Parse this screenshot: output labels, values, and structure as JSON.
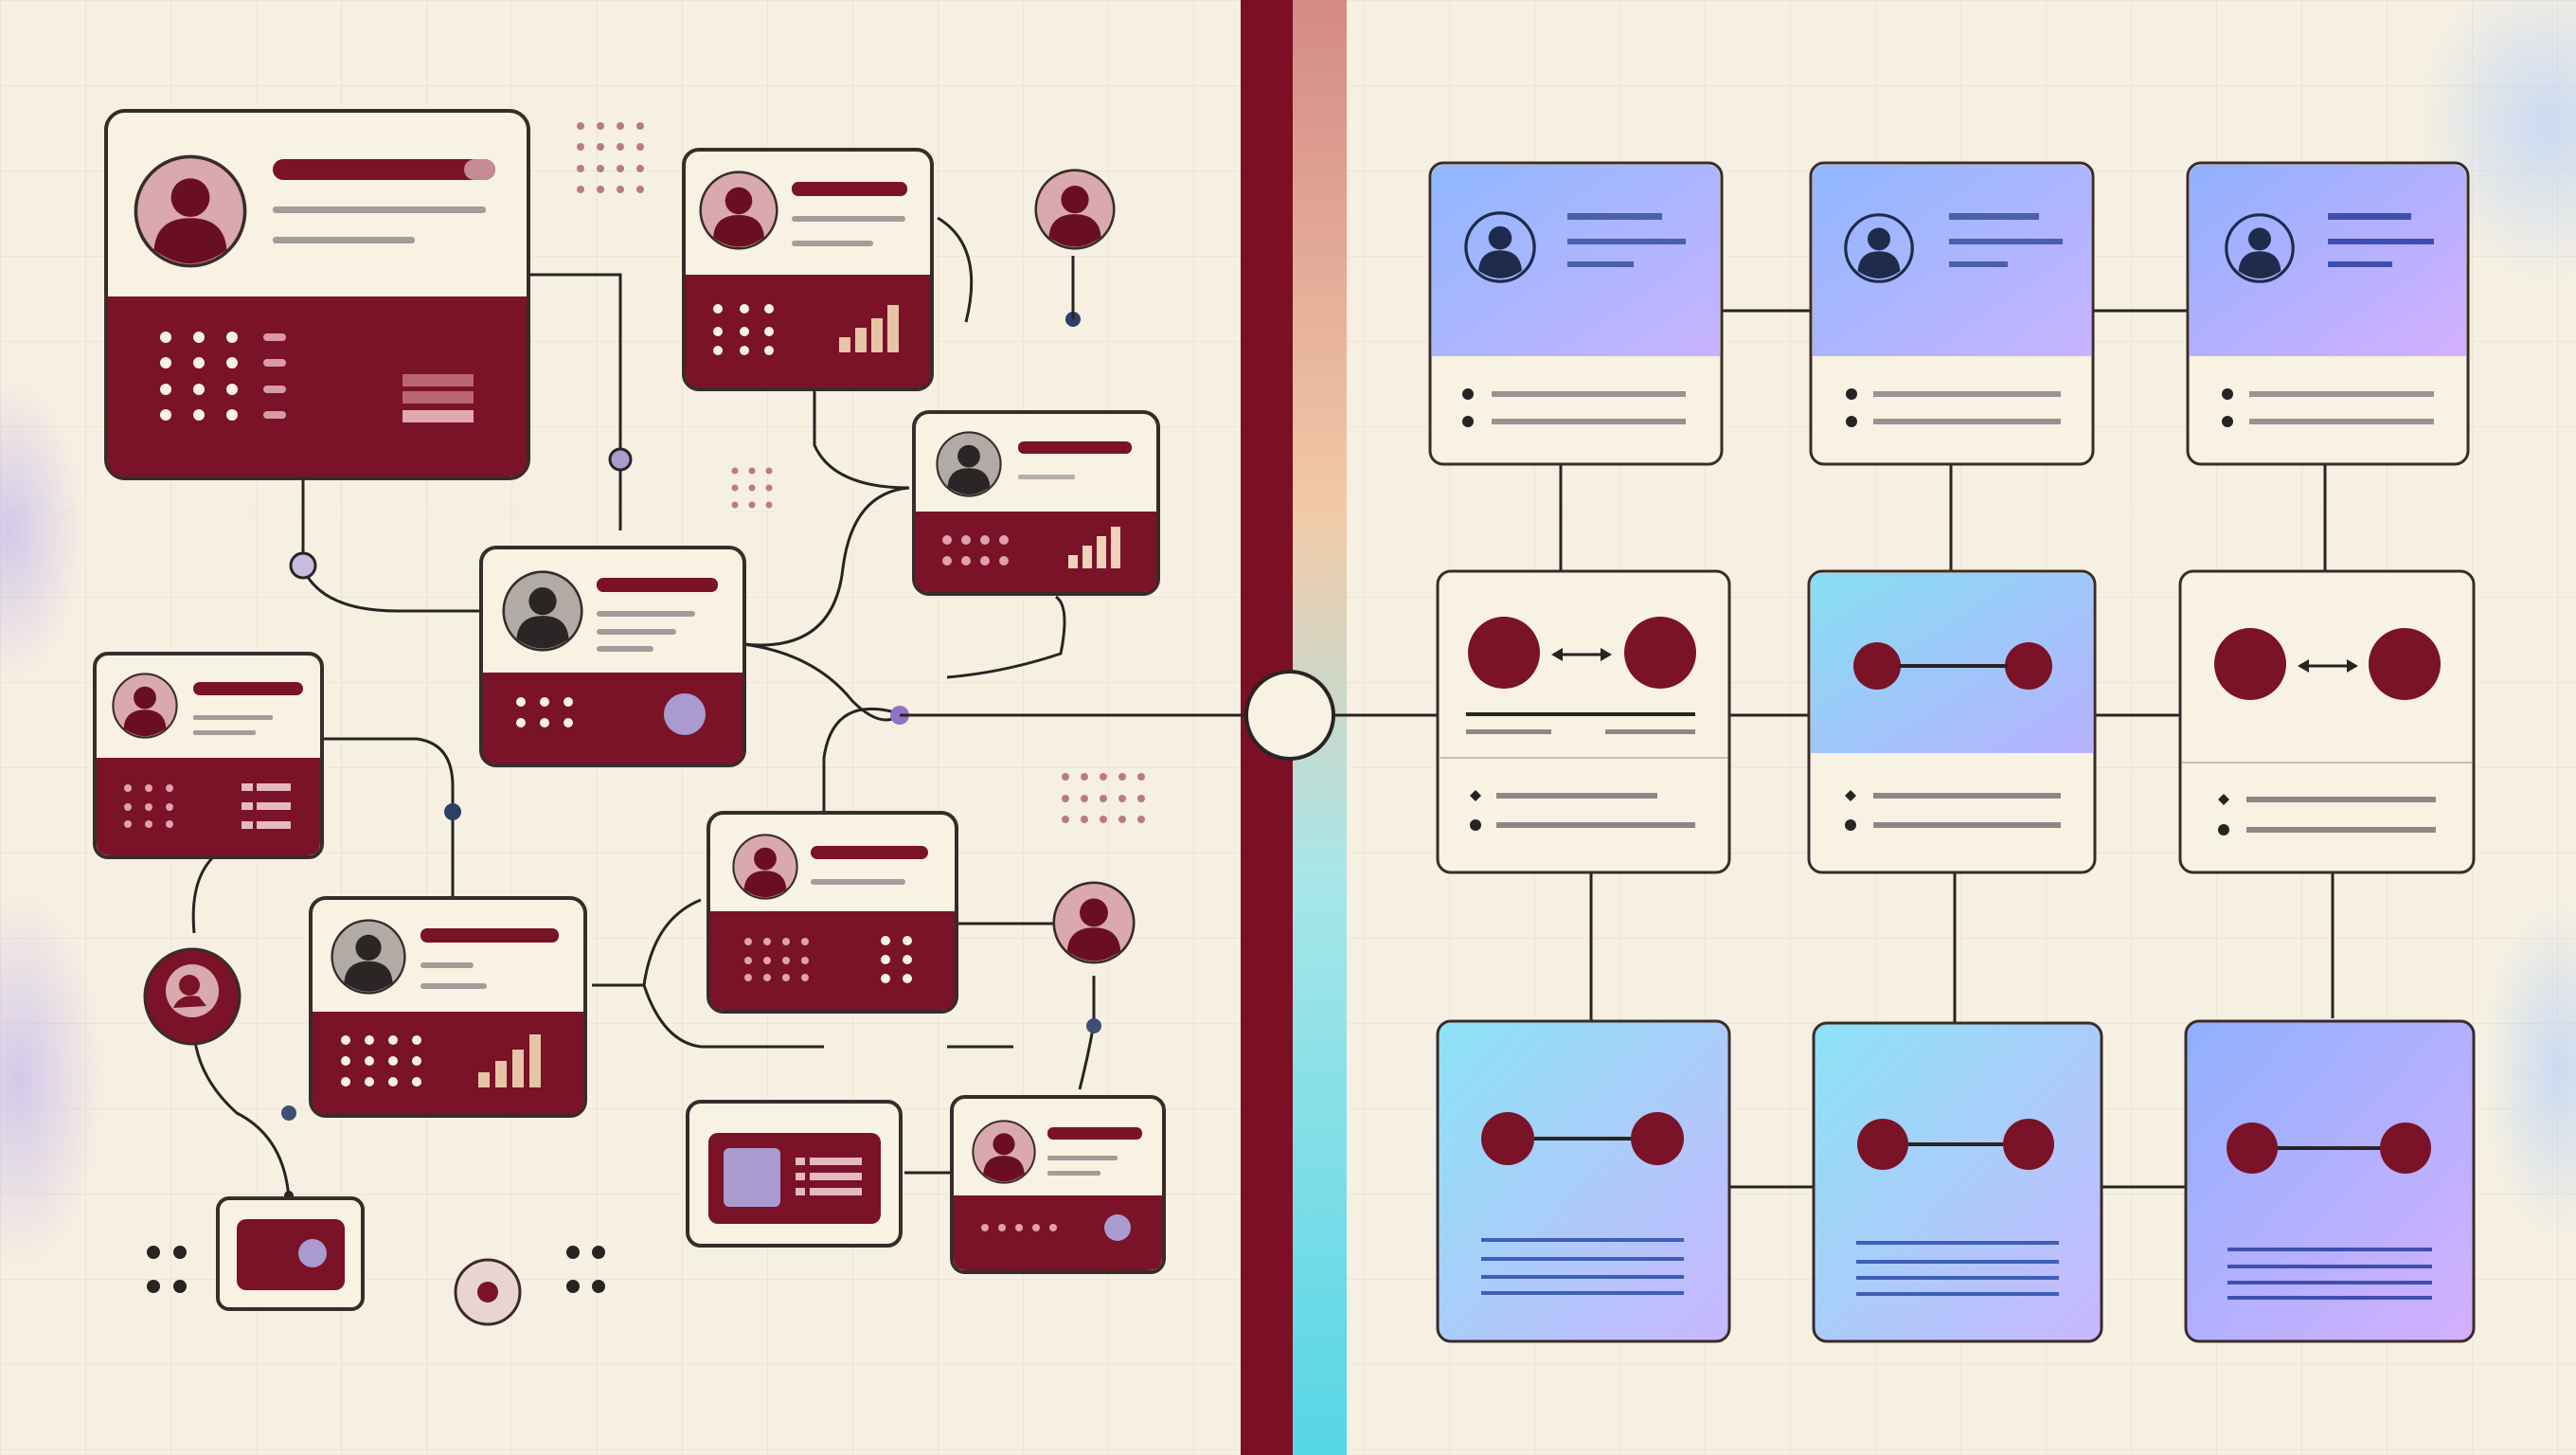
{
  "palette": {
    "background": "#f6f0e2",
    "grid": "#e8e0cf",
    "card_fill": "#f8f2e3",
    "card_stroke": "#3a2b2b",
    "maroon": "#7a1228",
    "maroon_dark": "#5e0d1f",
    "rose_avatar": "#d9a9ad",
    "gray_avatar": "#a9a3a0",
    "node_purple": "#a99bd0",
    "node_navy": "#2e3f66",
    "node_slate": "#3d4f73",
    "line": "#2a2323",
    "gradient_blue": "#8fb7ff",
    "gradient_cyan": "#8ee6f2",
    "gradient_violet": "#c9a9ff",
    "accent_blue_text": "#4a5fae",
    "divider_red": "#7b0f24",
    "divider_pink": "#e3a39b",
    "divider_cyan": "#6ee0ea"
  },
  "icons": {
    "avatar": "person-silhouette-icon",
    "dot_grid": "dot-grid-icon",
    "bar_chart": "bar-chart-icon",
    "double_arrow": "double-arrow-icon",
    "hub": "central-hub-node"
  },
  "left_panel": {
    "cards": [
      {
        "id": "profile-card-large",
        "avatar": "rose",
        "chart": "none",
        "footer": "dots-grid-labels"
      },
      {
        "id": "profile-card-top-middle",
        "avatar": "rose",
        "chart": "bars",
        "footer": "dots"
      },
      {
        "id": "profile-card-right-upper",
        "avatar": "gray",
        "chart": "bars",
        "footer": "dots"
      },
      {
        "id": "profile-card-center",
        "avatar": "gray",
        "chart": "none",
        "footer": "dots-purple-node"
      },
      {
        "id": "profile-card-left-middle",
        "avatar": "rose",
        "chart": "none",
        "footer": "dots-list"
      },
      {
        "id": "profile-card-lower-left",
        "avatar": "gray",
        "chart": "bars",
        "footer": "dots"
      },
      {
        "id": "profile-card-lower-middle",
        "avatar": "rose",
        "chart": "none",
        "footer": "dots-grid"
      },
      {
        "id": "profile-card-bottom-right",
        "avatar": "rose",
        "chart": "none",
        "footer": "dots-purple-node"
      },
      {
        "id": "media-card-bottom",
        "avatar": "none",
        "chart": "none",
        "footer": "image-list"
      },
      {
        "id": "media-card-small",
        "avatar": "none",
        "chart": "none",
        "footer": "purple-node"
      }
    ],
    "standalone_nodes": [
      "avatar-node-top",
      "avatar-node-left-ring",
      "avatar-node-lower-right",
      "small-node-bottom"
    ]
  },
  "right_panel": {
    "rows": [
      {
        "kind": "profile",
        "columns": 3,
        "gradient": [
          "blue",
          "blue",
          "violet"
        ]
      },
      {
        "kind": "link",
        "columns": 3,
        "gradient": [
          "none",
          "blue",
          "none"
        ]
      },
      {
        "kind": "link-text",
        "columns": 3,
        "gradient": [
          "cyan",
          "blue",
          "violet"
        ]
      }
    ]
  }
}
